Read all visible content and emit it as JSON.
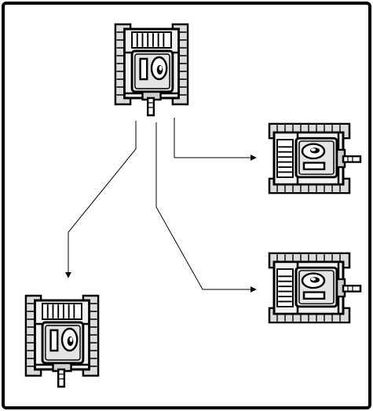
{
  "diagram": {
    "nodes": [
      {
        "id": "tank-top",
        "icon": "tank-icon",
        "facing": "down"
      },
      {
        "id": "tank-right-upper",
        "icon": "tank-icon",
        "facing": "right"
      },
      {
        "id": "tank-right-lower",
        "icon": "tank-icon",
        "facing": "right"
      },
      {
        "id": "tank-bottom-left",
        "icon": "tank-icon",
        "facing": "down"
      }
    ],
    "edges": [
      {
        "from": "tank-top",
        "to": "tank-right-upper"
      },
      {
        "from": "tank-top",
        "to": "tank-bottom-left"
      },
      {
        "from": "tank-top",
        "to": "tank-right-lower"
      }
    ],
    "colors": {
      "ink": "#000000",
      "background": "#ffffff",
      "tank_fill": "#f2f2f2",
      "tank_shadow": "#9a9a9a"
    }
  }
}
